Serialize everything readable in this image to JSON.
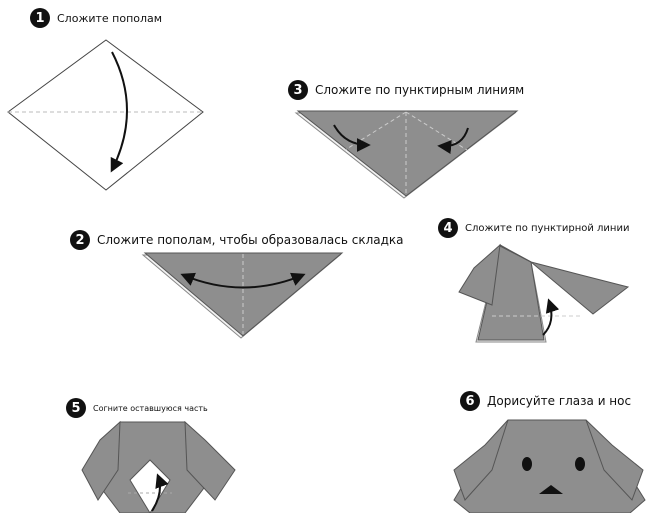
{
  "steps": [
    {
      "number": "1",
      "caption": "Сложите пополам"
    },
    {
      "number": "2",
      "caption": "Сложите пополам, чтобы образовалась складка"
    },
    {
      "number": "3",
      "caption": "Сложите по пунктирным линиям"
    },
    {
      "number": "4",
      "caption": "Сложите по пунктирной линии"
    },
    {
      "number": "5",
      "caption": "Согните оставшуюся часть"
    },
    {
      "number": "6",
      "caption": "Дорисуйте глаза и нос"
    }
  ],
  "colors": {
    "paper_gray": "#8e8e8e",
    "outline": "#444444",
    "ink": "#111111",
    "fold_line": "#cccccc"
  }
}
